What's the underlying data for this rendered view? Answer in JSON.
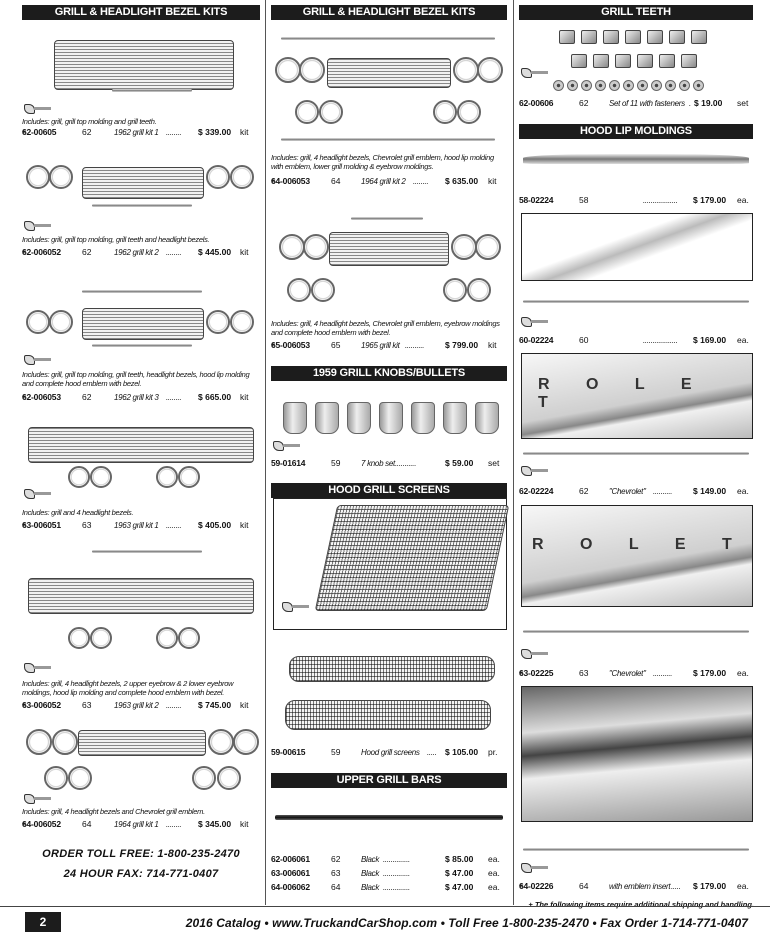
{
  "col1": {
    "header": "GRILL & HEADLIGHT BEZEL KITS",
    "items": [
      {
        "desc": "Includes: grill, grill top molding and grill teeth.",
        "pn": "62-00605",
        "mark": "+",
        "year": "62",
        "name": "1962 grill kit 1",
        "dots": "........",
        "price": "$ 339.00",
        "unit": "kit"
      },
      {
        "desc": "Includes: grill, grill top molding, grill teeth and headlight bezels.",
        "pn": "62-006052",
        "mark": "+",
        "year": "62",
        "name": "1962 grill kit 2",
        "dots": "........",
        "price": "$ 445.00",
        "unit": "kit"
      },
      {
        "desc": "Includes: grill, grill top molding, grill teeth, headlight bezels, hood lip molding and complete hood emblem with bezel.",
        "pn": "62-006053",
        "mark": "+",
        "year": "62",
        "name": "1962 grill kit 3",
        "dots": "........",
        "price": "$ 665.00",
        "unit": "kit"
      },
      {
        "desc": "Includes: grill and 4 headlight bezels.",
        "pn": "63-006051",
        "mark": "+",
        "year": "63",
        "name": "1963 grill kit 1",
        "dots": "........",
        "price": "$ 405.00",
        "unit": "kit"
      },
      {
        "desc": "Includes: grill, 4 headlight bezels, 2 upper eyebrow & 2 lower eyebrow moldings, hood lip molding and complete hood emblem with bezel.",
        "pn": "63-006052",
        "mark": "+",
        "year": "63",
        "name": "1963 grill kit 2",
        "dots": "........",
        "price": "$ 745.00",
        "unit": "kit"
      },
      {
        "desc": "Includes: grill, 4 headlight bezels and Chevrolet grill emblem.",
        "pn": "64-006052",
        "mark": "+",
        "year": "64",
        "name": "1964 grill kit 1",
        "dots": "........",
        "price": "$ 345.00",
        "unit": "kit"
      }
    ],
    "order_line1": "ORDER TOLL FREE: 1-800-235-2470",
    "order_line2": "24 HOUR FAX: 714-771-0407"
  },
  "col2": {
    "header_bezel": "GRILL & HEADLIGHT BEZEL KITS",
    "bezel_items": [
      {
        "desc": "Includes: grill, 4 headlight bezels, Chevrolet grill emblem, hood lip molding with emblem, lower grill molding & eyebrow moldings.",
        "pn": "64-006053",
        "mark": "+",
        "year": "64",
        "name": "1964 grill kit 2",
        "dots": "........",
        "price": "$ 635.00",
        "unit": "kit"
      },
      {
        "desc": "Includes: grill, 4 headlight bezels, Chevrolet grill emblem, eyebrow moldings and complete hood emblem with bezel.",
        "pn": "65-006053",
        "mark": "+",
        "year": "65",
        "name": "1965 grill kit",
        "dots": "..........",
        "price": "$ 799.00",
        "unit": "kit"
      }
    ],
    "header_knobs": "1959 GRILL KNOBS/BULLETS",
    "knob_item": {
      "pn": "59-01614",
      "year": "59",
      "name": "7 knob set",
      "dots": "...........",
      "price": "$ 59.00",
      "unit": "set"
    },
    "header_screens": "HOOD GRILL SCREENS",
    "screen_item": {
      "pn": "59-00615",
      "year": "59",
      "name": "Hood grill screens",
      "dots": ".....",
      "price": "$ 105.00",
      "unit": "pr."
    },
    "header_bars": "UPPER GRILL BARS",
    "bar_items": [
      {
        "pn": "62-006061",
        "year": "62",
        "name": "Black",
        "dots": "..............",
        "price": "$ 85.00",
        "unit": "ea."
      },
      {
        "pn": "63-006061",
        "year": "63",
        "name": "Black",
        "dots": "..............",
        "price": "$ 47.00",
        "unit": "ea."
      },
      {
        "pn": "64-006062",
        "year": "64",
        "name": "Black",
        "dots": "..............",
        "price": "$ 47.00",
        "unit": "ea."
      }
    ]
  },
  "col3": {
    "header_teeth": "GRILL TEETH",
    "teeth_item": {
      "pn": "62-00606",
      "year": "62",
      "name": "Set of 11 with fasteners",
      "dots": ".",
      "price": "$ 19.00",
      "unit": "set"
    },
    "header_hood": "HOOD LIP MOLDINGS",
    "hood_items": [
      {
        "pn": "58-02224",
        "mark": "",
        "year": "58",
        "name": "",
        "dots": "..................",
        "price": "$ 179.00",
        "unit": "ea."
      },
      {
        "pn": "60-02224",
        "mark": "",
        "year": "60",
        "name": "",
        "dots": "..................",
        "price": "$ 169.00",
        "unit": "ea."
      },
      {
        "pn": "62-02224",
        "mark": "",
        "year": "62",
        "name": "\"Chevrolet\"",
        "dots": "..........",
        "price": "$ 149.00",
        "unit": "ea."
      },
      {
        "pn": "63-02225",
        "mark": "+",
        "year": "63",
        "name": "\"Chevrolet\"",
        "dots": "..........",
        "price": "$ 179.00",
        "unit": "ea."
      },
      {
        "pn": "64-02226",
        "mark": "+",
        "year": "64",
        "name": "with emblem insert",
        "dots": ".....",
        "price": "$ 179.00",
        "unit": "ea."
      }
    ],
    "script_text": "R O L E T"
  },
  "footer": {
    "note": "+ The following items require additional shipping and handling.",
    "page": "2",
    "catalog_line": "2016 Catalog  •  www.TruckandCarShop.com  •  Toll Free  1-800-235-2470  •  Fax Order  1-714-771-0407"
  }
}
